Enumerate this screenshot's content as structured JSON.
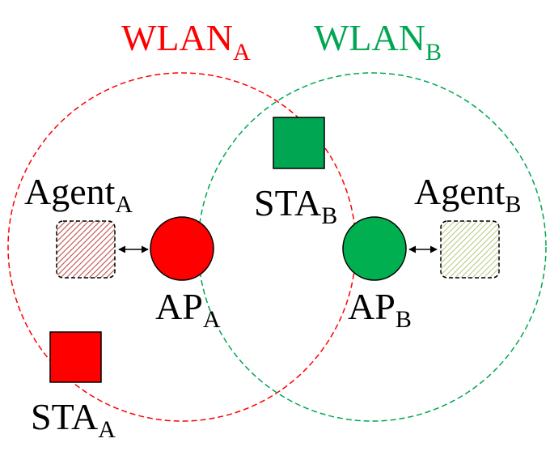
{
  "wlan_a": {
    "label": "WLAN",
    "subscript": "A",
    "color": "#ff0000"
  },
  "wlan_b": {
    "label": "WLAN",
    "subscript": "B",
    "color": "#00a651"
  },
  "ap_a": {
    "label": "AP",
    "subscript": "A",
    "color": "#ff0000"
  },
  "ap_b": {
    "label": "AP",
    "subscript": "B",
    "color": "#00b050"
  },
  "sta_a": {
    "label": "STA",
    "subscript": "A",
    "color": "#ff0000"
  },
  "sta_b": {
    "label": "STA",
    "subscript": "B",
    "color": "#00a651"
  },
  "agent_a": {
    "label": "Agent",
    "subscript": "A",
    "hatch_color": "#c0504d"
  },
  "agent_b": {
    "label": "Agent",
    "subscript": "B",
    "hatch_color": "#9bbb59"
  },
  "link_color": "#000000"
}
